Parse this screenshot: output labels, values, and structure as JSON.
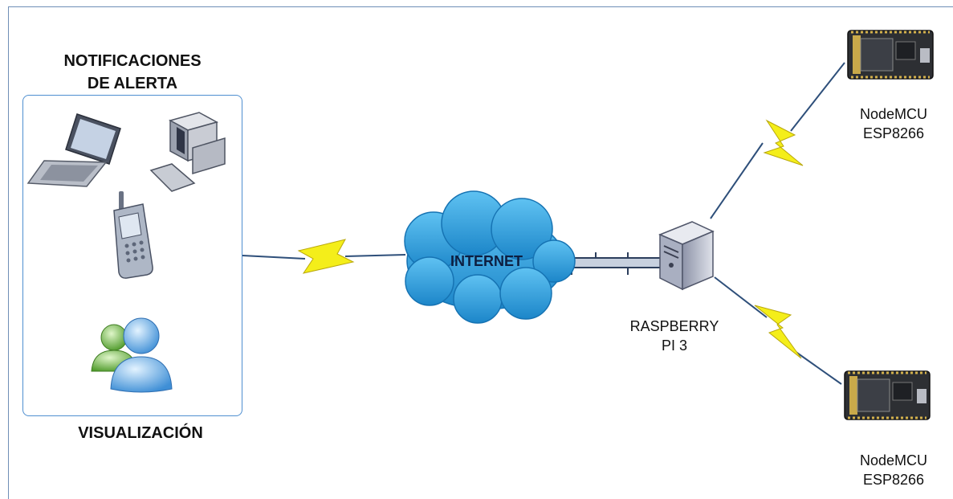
{
  "labels": {
    "alert_line1": "NOTIFICACIONES",
    "alert_line2": "DE ALERTA",
    "visualization": "VISUALIZACIÓN",
    "internet": "INTERNET",
    "rpi_line1": "RASPBERRY",
    "rpi_line2": "PI 3",
    "node_top_line1": "NodeMCU",
    "node_top_line2": "ESP8266",
    "node_bottom_line1": "NodeMCU",
    "node_bottom_line2": "ESP8266"
  },
  "icons": [
    "laptop-icon",
    "desktop-computer-icon",
    "mobile-phone-icon",
    "users-icon",
    "cloud-icon",
    "server-icon",
    "nodemcu-board-icon",
    "lightning-link-icon"
  ],
  "colors": {
    "frame": "#6f8fb7",
    "group_border": "#4f8fd0",
    "cloud": "#2a9ad8",
    "lightning": "#f4ee1a",
    "server": "#c9cdd8"
  }
}
